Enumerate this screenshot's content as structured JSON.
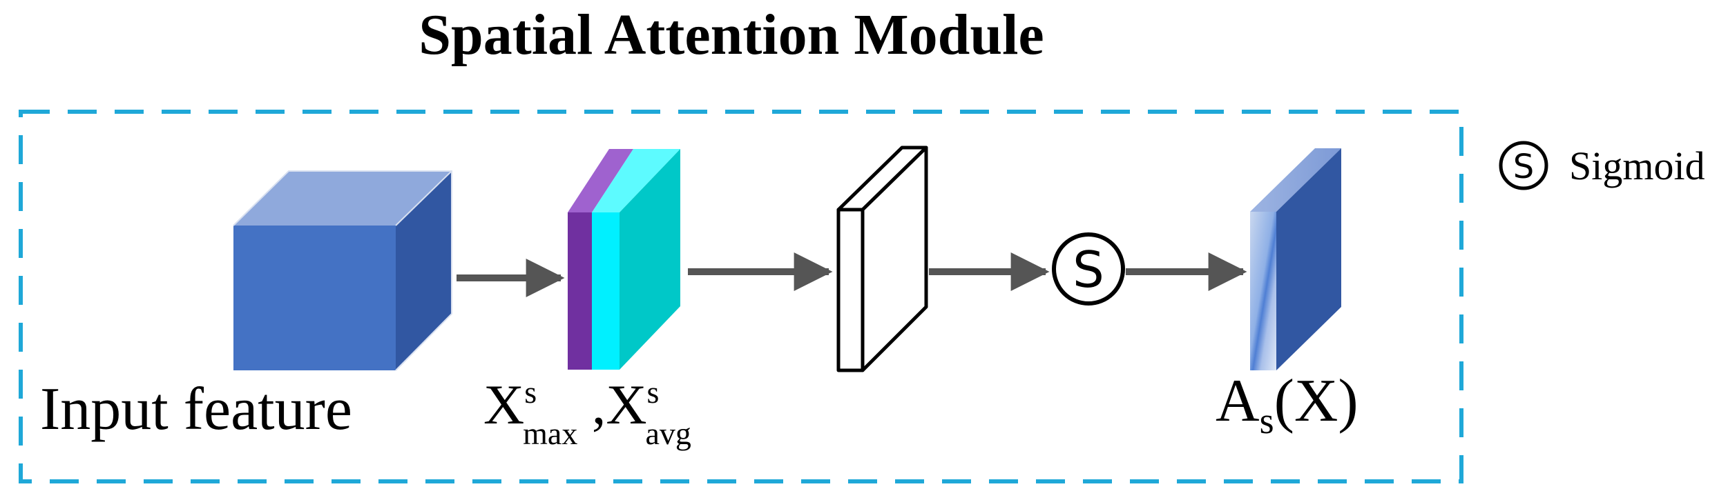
{
  "title": "Spatial Attention Module",
  "legend": {
    "symbol": "S",
    "label": "Sigmoid"
  },
  "nodes": {
    "input_label": "Input feature",
    "pooled_label": {
      "x1": "X",
      "sup1": "s",
      "sub1": "max",
      "sep": " ,",
      "x2": "X",
      "sup2": "s",
      "sub2": "avg"
    },
    "sigmoid_symbol": "S",
    "output_label": {
      "base": "A",
      "sub": "s",
      "rest": "(X)"
    }
  },
  "colors": {
    "border": "#1fa8d8",
    "arrow": "#555555",
    "input_front": "#4472c4",
    "input_top": "#8fa9dc",
    "input_side": "#3157a2",
    "max_front": "#7030a0",
    "max_top": "#9f62cf",
    "avg_front": "#00f0ff",
    "avg_top": "#5dfbff",
    "pooled_side": "#00c8c8",
    "output_side": "#3157a2"
  }
}
